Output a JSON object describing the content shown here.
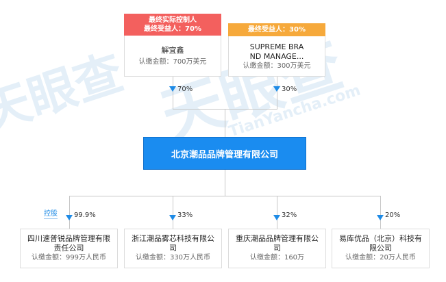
{
  "shareholders": [
    {
      "tag_line1": "最终实际控制人",
      "tag_line2": "最终受益人：70%",
      "name": "解宜鑫",
      "capital": "认缴金额：700万美元",
      "percent": "70%"
    },
    {
      "tag_line1": "最终受益人：30%",
      "name_line1": "SUPREME BRA",
      "name_line2": "ND MANAGE...",
      "capital": "认缴金额：300万美元",
      "percent": "30%"
    }
  ],
  "company": {
    "name": "北京潮品品牌管理有限公司"
  },
  "control_label": "控股",
  "subsidiaries": [
    {
      "name_line1": "四川速普锐品牌管理有限",
      "name_line2": "责任公司",
      "capital": "认缴金额：999万人民币",
      "percent": "99.9%"
    },
    {
      "name_line1": "浙江潮品雾芯科技有限公",
      "name_line2": "司",
      "capital": "认缴金额：330万人民币",
      "percent": "33%"
    },
    {
      "name_line1": "重庆潮品品牌管理有限公",
      "name_line2": "司",
      "capital": "认缴金额：160万",
      "percent": "32%"
    },
    {
      "name_line1": "易库优品（北京）科技有",
      "name_line2": "限公司",
      "capital": "认缴金额：20万人民币",
      "percent": "20%"
    }
  ],
  "watermark": {
    "text1": "天眼查",
    "text2": "TianYancha.com"
  },
  "colors": {
    "primary": "#1a8cf0",
    "controller_tag": "#f3605e",
    "beneficiary_tag": "#f6a93b",
    "line": "#c6c6c6"
  }
}
